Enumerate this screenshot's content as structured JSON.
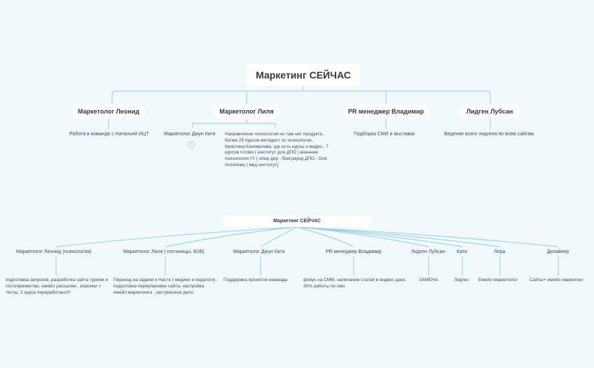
{
  "map1": {
    "root": "Маркетинг СЕЙЧАС",
    "branches": [
      {
        "label": "Маркетолог Леонид",
        "children": [
          "Работа в команде с Натальей ИЦТ"
        ]
      },
      {
        "label": "Маркетолог Лиля",
        "children": [
          "Маркетолог Джун Катя",
          "Направление психология но там нет продукта , более 25 курсов  методист по психологии, Кристина Коновалова, где есть курсы и видео , 7 курсов готово ( институт для ДПО ) военная психология !!!!  ( опер дир - бекграунд  ДПО , Оля Антипова ( мед институт)"
        ]
      },
      {
        "label": "PR менеджер Владимир",
        "children": [
          "Подборка СМИ и выставок"
        ]
      },
      {
        "label": "Лидген Лубсан",
        "children": [
          "Ведение всего лидгена по всем сайтам"
        ]
      }
    ]
  },
  "map2": {
    "root": "Маркетинг СЕЙЧАС",
    "branches": [
      {
        "label": "Маркетолог Леонид  (психология)",
        "child": "подготовка запусков,  разработка сайта туризм и гостеприимство, емейл рассылки , воронки + тесты, 2 курса переработано!!!"
      },
      {
        "label": "Маркетолог Лиля ( гостиницы, B2B)",
        "child": "Переход на задачи к Насте ( медики и педагоги) , подготовка переупаковки сайта, настройка емейл маркетинга , сестринское дело"
      },
      {
        "label": "Маркетолог Джун Катя",
        "child": "Поддержка проектов команды"
      },
      {
        "label": "PR менеджер Владимир",
        "child": "фокус на СММ, написание статей в яндекс дзен, 30% работы по сми"
      },
      {
        "label": "Лидген Лубсан",
        "child": "ЗАМЕНА"
      },
      {
        "label": "Катя",
        "child": "Лидген"
      },
      {
        "label": "Лера",
        "child": "Емейл маркетолог"
      },
      {
        "label": "Дизайнер",
        "child": "Сайты+ емейл маркетинг"
      }
    ]
  },
  "colors": {
    "background": "#f1f9fc",
    "line": "#9fd3ea",
    "node": "#ffffff",
    "text": "#2c3a4a"
  },
  "icons": [
    "timer-icon"
  ]
}
